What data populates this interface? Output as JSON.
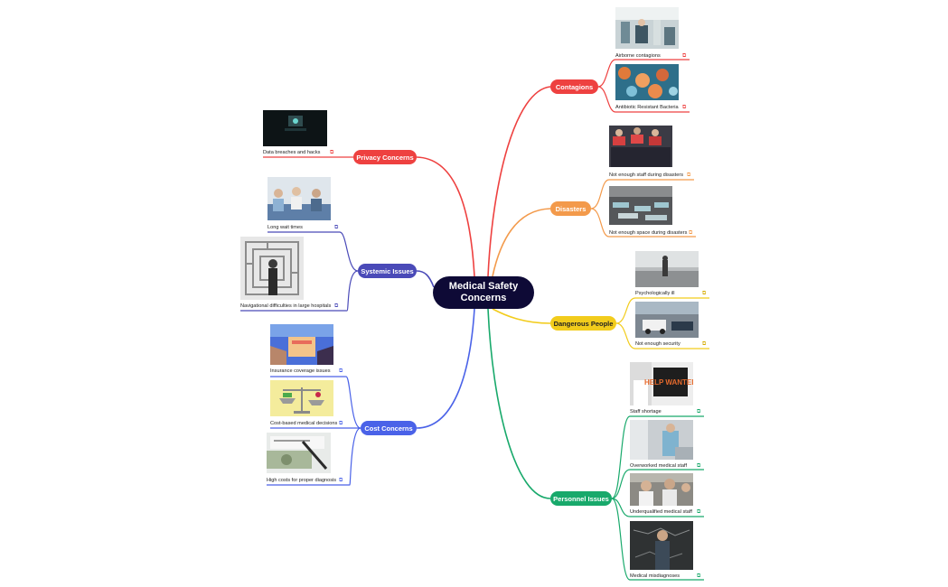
{
  "central": {
    "title": "Medical Safety Concerns"
  },
  "branches": [
    {
      "key": "contagions",
      "label": "Contagions",
      "color": "#ee4140",
      "leaves": [
        {
          "label": "Airborne contagions",
          "icon": "external-link-icon"
        },
        {
          "label": "Antibiotic Resistant Bacteria",
          "icon": "external-link-icon"
        }
      ]
    },
    {
      "key": "disasters",
      "label": "Disasters",
      "color": "#f39a4b",
      "leaves": [
        {
          "label": "Not enough staff during disasters",
          "icon": "external-link-icon"
        },
        {
          "label": "Not enough space during disasters",
          "icon": "external-link-icon"
        }
      ]
    },
    {
      "key": "dangerous",
      "label": "Dangerous People",
      "color": "#f2cc1c",
      "leaves": [
        {
          "label": "Psychologically ill",
          "icon": "external-link-icon"
        },
        {
          "label": "Not enough security",
          "icon": "external-link-icon"
        }
      ]
    },
    {
      "key": "personnel",
      "label": "Personnel Issues",
      "color": "#18a96b",
      "leaves": [
        {
          "label": "Staff shortage",
          "icon": "external-link-icon",
          "sign_text": "HELP WANTED"
        },
        {
          "label": "Overworked medical staff",
          "icon": "external-link-icon"
        },
        {
          "label": "Underqualified medical staff",
          "icon": "external-link-icon"
        },
        {
          "label": "Medical misdiagnoses",
          "icon": "external-link-icon"
        }
      ]
    },
    {
      "key": "privacy",
      "label": "Privacy Concerns",
      "color": "#ee4140",
      "leaves": [
        {
          "label": "Data breaches and hacks",
          "icon": "external-link-icon"
        }
      ]
    },
    {
      "key": "systemic",
      "label": "Systemic Issues",
      "color": "#4a4ab8",
      "leaves": [
        {
          "label": "Long wait times",
          "icon": "external-link-icon"
        },
        {
          "label": "Navigational difficulties in large hospitals",
          "icon": "external-link-icon"
        }
      ]
    },
    {
      "key": "cost",
      "label": "Cost Concerns",
      "color": "#4a62e8",
      "leaves": [
        {
          "label": "Insurance coverage issues",
          "icon": "external-link-icon"
        },
        {
          "label": "Cost-based medical decisions",
          "icon": "external-link-icon"
        },
        {
          "label": "High costs for proper diagnosis",
          "icon": "external-link-icon"
        }
      ]
    }
  ]
}
